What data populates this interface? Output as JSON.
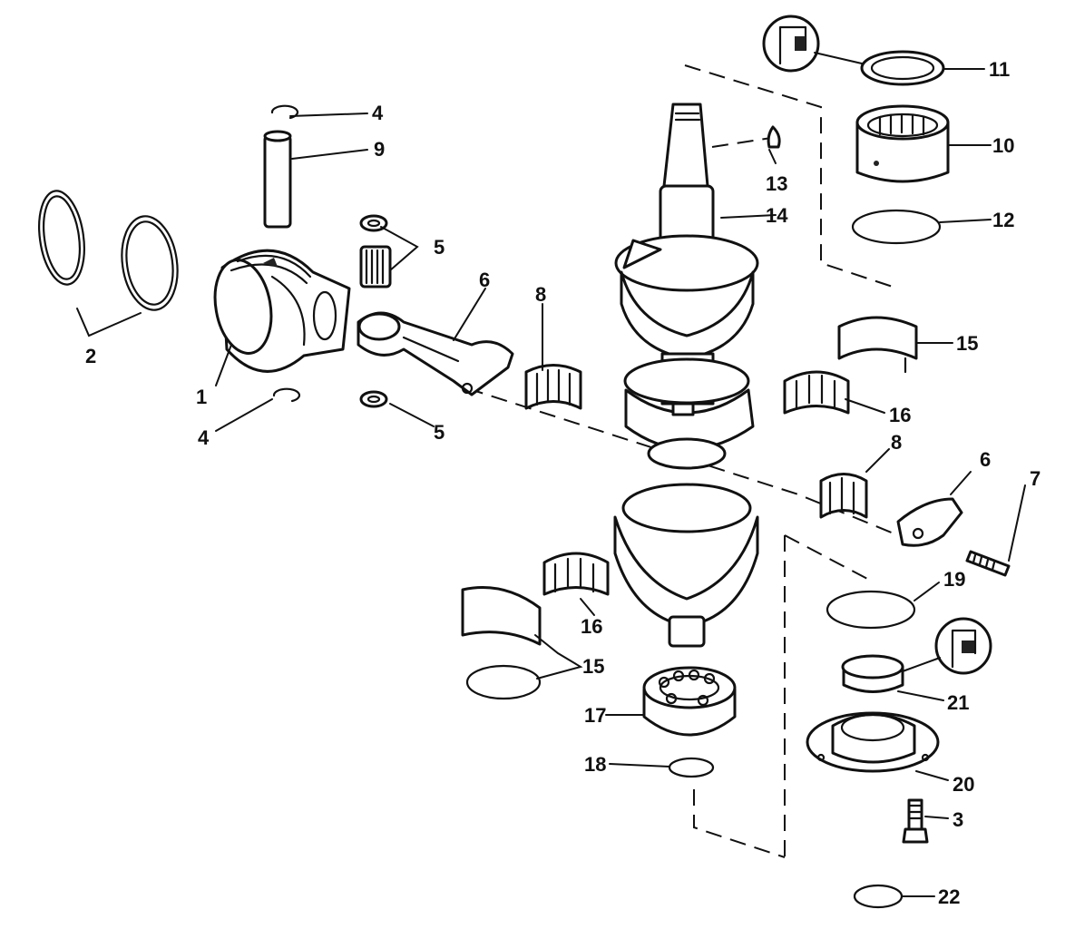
{
  "callouts": {
    "c1": "1",
    "c2": "2",
    "c3": "3",
    "c4a": "4",
    "c4b": "4",
    "c5a": "5",
    "c5b": "5",
    "c6a": "6",
    "c6b": "6",
    "c7": "7",
    "c8a": "8",
    "c8b": "8",
    "c9": "9",
    "c10": "10",
    "c11": "11",
    "c12": "12",
    "c13": "13",
    "c14": "14",
    "c15a": "15",
    "c15b": "15",
    "c16a": "16",
    "c16b": "16",
    "c17": "17",
    "c18": "18",
    "c19": "19",
    "c20": "20",
    "c21": "21",
    "c22": "22"
  },
  "icons": [
    "seal-lip-icon",
    "seal-lip-icon"
  ],
  "colors": {
    "ink": "#111111",
    "paper": "#ffffff"
  }
}
